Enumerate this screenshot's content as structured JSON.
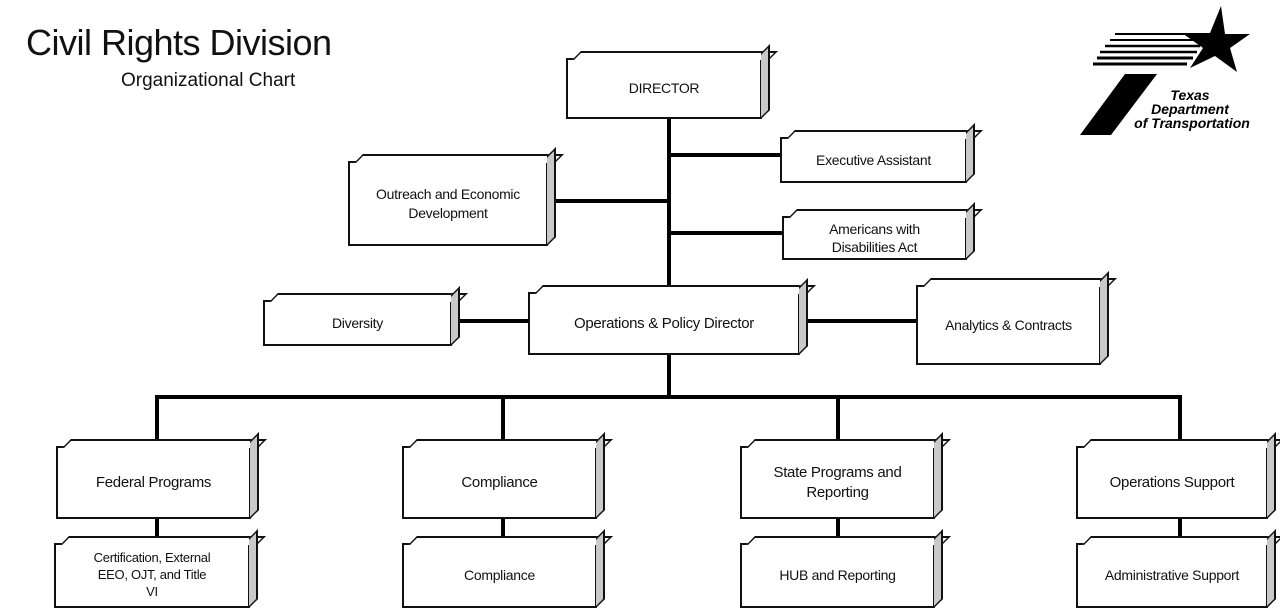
{
  "header": {
    "title": "Civil Rights Division",
    "subtitle": "Organizational Chart"
  },
  "logo": {
    "text_line1": "Texas",
    "text_line2": "Department",
    "text_line3": "of Transportation"
  },
  "nodes": {
    "director": "DIRECTOR",
    "executive_assistant": "Executive Assistant",
    "outreach": "Outreach and Economic Development",
    "ada": "Americans with Disabilities Act",
    "diversity": "Diversity",
    "ops_policy": "Operations & Policy Director",
    "analytics": "Analytics & Contracts",
    "federal_programs": "Federal Programs",
    "compliance": "Compliance",
    "state_programs": "State Programs and Reporting",
    "operations_support": "Operations Support",
    "certification": "Certification, External EEO, OJT, and Title VI",
    "compliance_sub": "Compliance",
    "hub_reporting": "HUB and Reporting",
    "admin_support": "Administrative Support"
  }
}
